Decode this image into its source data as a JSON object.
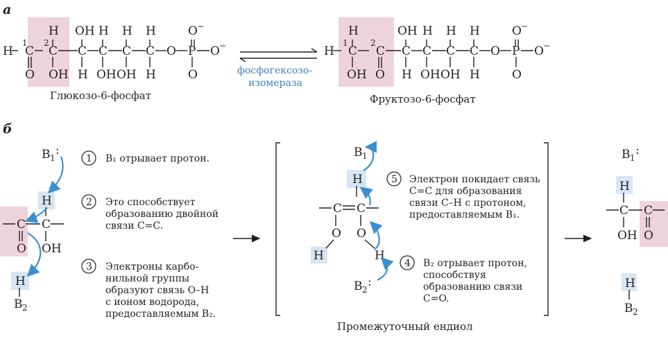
{
  "panel_a_label": "а",
  "panel_b_label": "б",
  "glucose_name": "Глюкозо-6-фосфат",
  "fructose_name": "Фруктозо-6-фосфат",
  "enzyme_line1": "фосфогексозо-",
  "enzyme_line2": "изомераза",
  "steps": {
    "s1": {
      "num": "1",
      "lines": [
        "B₁ отрывает протон."
      ]
    },
    "s2": {
      "num": "2",
      "lines": [
        "Это способствует",
        "образованию двойной",
        "связи C=C."
      ]
    },
    "s3": {
      "num": "3",
      "lines": [
        "Электроны карбо-",
        "нильной группы",
        "образуют связь O–H",
        "с ионом водорода,",
        "предоставляемым B₂."
      ]
    },
    "s4": {
      "num": "4",
      "lines": [
        "B₂ отрывает протон,",
        "способствуя",
        "образованию связи",
        "C=O."
      ]
    },
    "s5": {
      "num": "5",
      "lines": [
        "Электрон покидает связь",
        "C=C для образования",
        "связи C–H с протоном,",
        "предоставляемым B₁."
      ]
    }
  },
  "enediol_caption": "Промежуточный ендиол",
  "colors": {
    "highlight_pink": "#efd3da",
    "highlight_blue": "#d6e6f5",
    "arrow_blue": "#3a8fd0",
    "enzyme_text": "#3a7fc1"
  }
}
